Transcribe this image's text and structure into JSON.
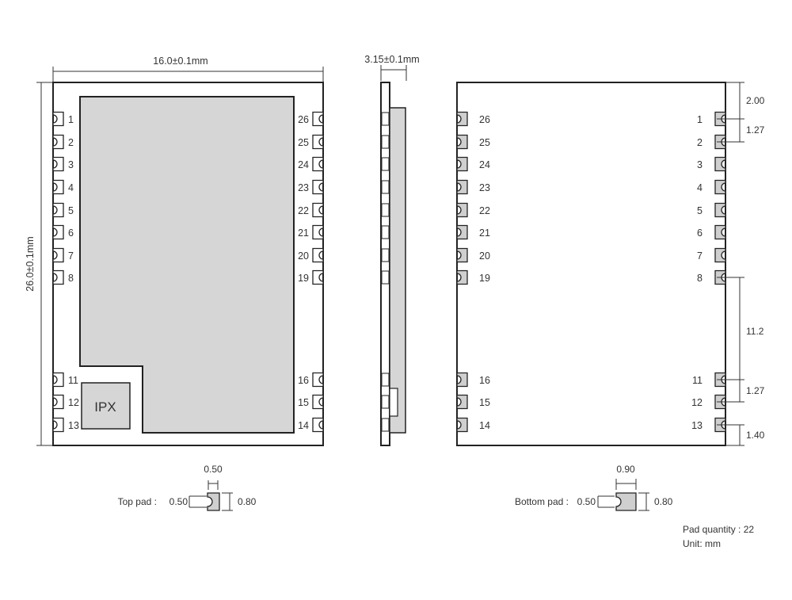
{
  "top_view": {
    "width_dim": "16.0±0.1mm",
    "height_dim": "26.0±0.1mm",
    "ipx_label": "IPX",
    "left_pins": [
      "1",
      "2",
      "3",
      "4",
      "5",
      "6",
      "7",
      "8",
      "11",
      "12",
      "13"
    ],
    "right_pins": [
      "26",
      "25",
      "24",
      "23",
      "22",
      "21",
      "20",
      "19",
      "16",
      "15",
      "14"
    ]
  },
  "side_view": {
    "thickness_dim": "3.15±0.1mm"
  },
  "bottom_view": {
    "left_pins": [
      "26",
      "25",
      "24",
      "23",
      "22",
      "21",
      "20",
      "19",
      "16",
      "15",
      "14"
    ],
    "right_pins": [
      "1",
      "2",
      "3",
      "4",
      "5",
      "6",
      "7",
      "8",
      "11",
      "12",
      "13"
    ],
    "dims": {
      "top_offset": "2.00",
      "pitch_top": "1.27",
      "gap": "11.2",
      "pitch_bottom": "1.27",
      "bottom_offset": "1.40"
    }
  },
  "top_pad": {
    "label": "Top pad :",
    "width": "0.50",
    "depth": "0.50",
    "height": "0.80"
  },
  "bottom_pad": {
    "label": "Bottom pad :",
    "width": "0.90",
    "depth": "0.50",
    "height": "0.80"
  },
  "notes": {
    "pad_quantity": "Pad quantity : 22",
    "unit": "Unit:  mm"
  }
}
